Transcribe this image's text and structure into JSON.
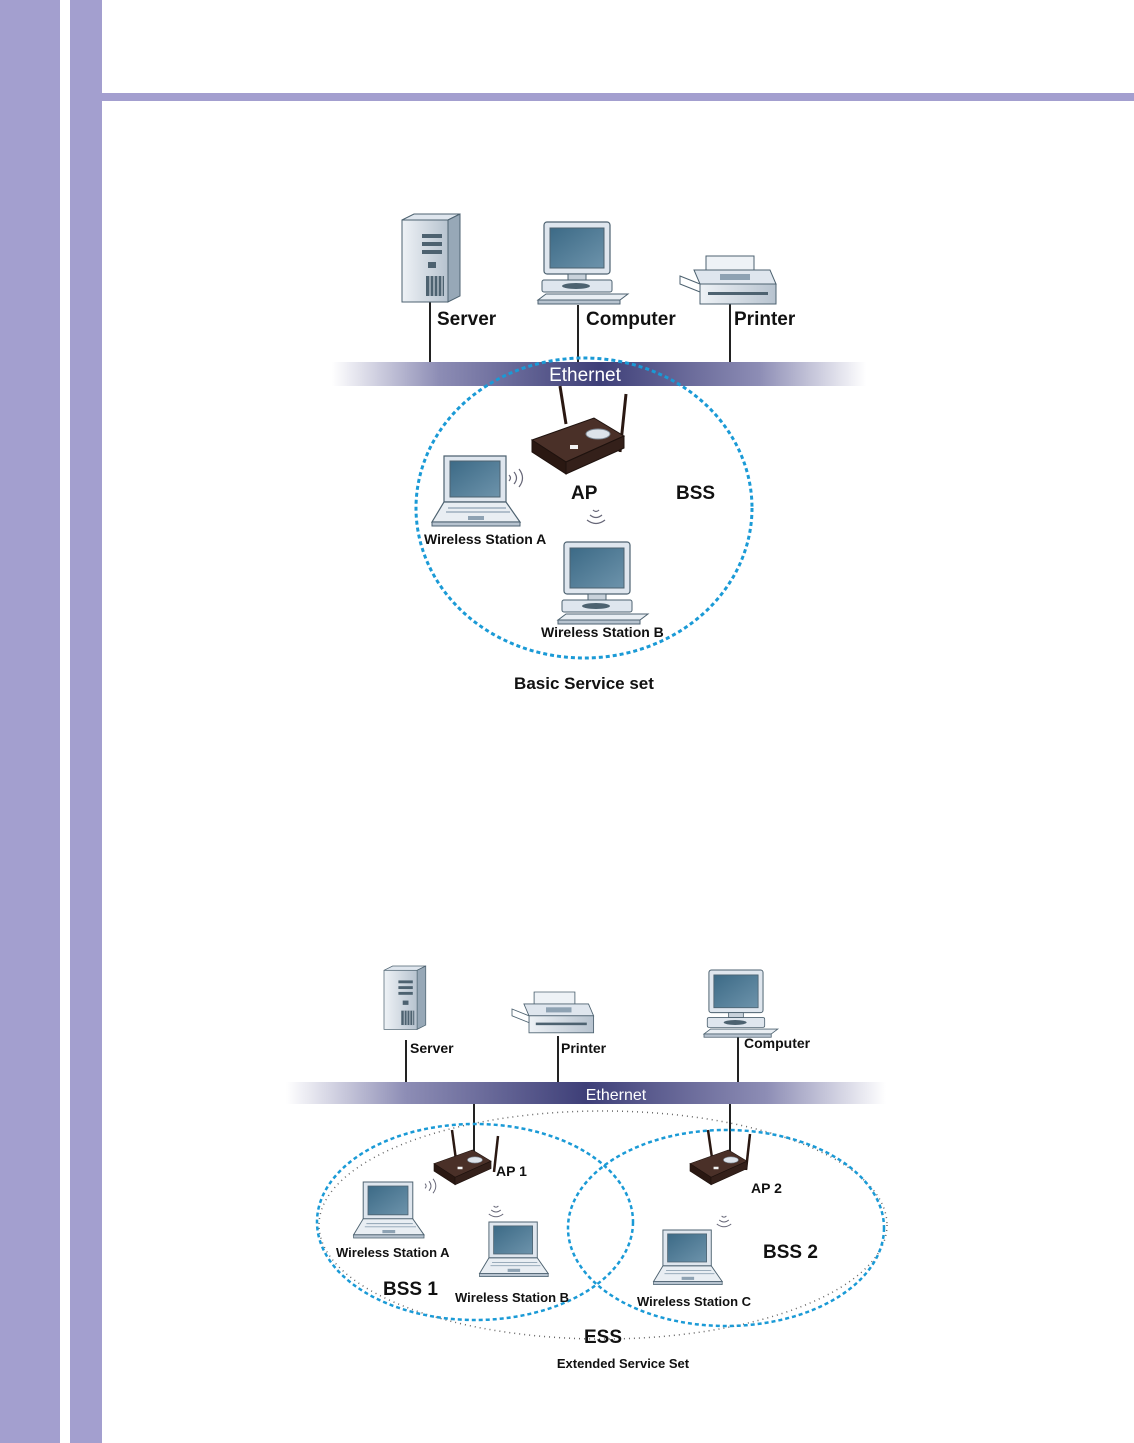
{
  "colors": {
    "sidebar": "#a39fcf",
    "cell_boundary": "#1a9ad6",
    "ap_body": "#3a2620"
  },
  "bss_figure": {
    "server_label": "Server",
    "computer_label": "Computer",
    "printer_label": "Printer",
    "ethernet_label": "Ethernet",
    "ap_label": "AP",
    "bss_label": "BSS",
    "station_a_label": "Wireless Station A",
    "station_b_label": "Wireless Station B",
    "caption": "Basic Service set"
  },
  "ess_figure": {
    "server_label": "Server",
    "printer_label": "Printer",
    "computer_label": "Computer",
    "ethernet_label": "Ethernet",
    "ap1_label": "AP 1",
    "ap2_label": "AP 2",
    "bss1_label": "BSS 1",
    "bss2_label": "BSS 2",
    "station_a_label": "Wireless Station A",
    "station_b_label": "Wireless Station B",
    "station_c_label": "Wireless Station C",
    "ess_label": "ESS",
    "caption": "Extended Service Set"
  }
}
